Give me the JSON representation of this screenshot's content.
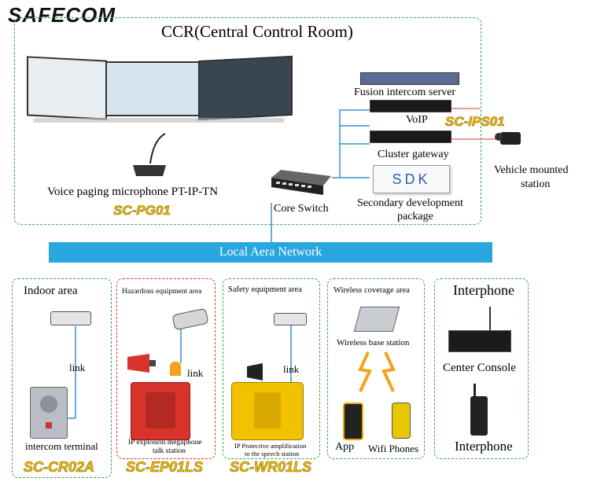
{
  "brand": "SAFECOM",
  "ccr": {
    "title": "CCR(Central Control Room)",
    "voice_paging": "Voice paging microphone PT-IP-TN",
    "voice_model": "SC-PG01",
    "core_switch": "Core Switch",
    "fusion_server": "Fusion intercom server",
    "voip": "VoIP",
    "voip_model": "SC-IPS01",
    "cluster_gateway": "Cluster gateway",
    "sdk_box": "SDK",
    "sdk_line1": "Secondary development",
    "sdk_line2": "package"
  },
  "vehicle": {
    "line1": "Vehicle mounted",
    "line2": "station"
  },
  "lan": "Local Aera Network",
  "areas": {
    "indoor": {
      "title": "Indoor area",
      "link": "link",
      "device": "intercom terminal",
      "model": "SC-CR02A"
    },
    "hazardous": {
      "title": "Hazardous equipment area",
      "link": "link",
      "device1": "IP explosion megaphone",
      "device2": "talk station",
      "model": "SC-EP01LS"
    },
    "safety": {
      "title": "Safety equipment area",
      "link": "link",
      "device1": "IP Protective amplification",
      "device2": "to the speech station",
      "model": "SC-WR01LS"
    },
    "wireless": {
      "title": "Wireless coverage area",
      "base": "Wireless base station",
      "app": "App",
      "wifi": "Wifi Phones"
    },
    "interphone": {
      "title": "Interphone",
      "console": "Center Console",
      "device": "Interphone"
    }
  },
  "colors": {
    "green_dash": "#3aa64a",
    "red_dash": "#d9342b",
    "lan_blue": "#2aa6df",
    "model_yellow": "#f5c400"
  }
}
